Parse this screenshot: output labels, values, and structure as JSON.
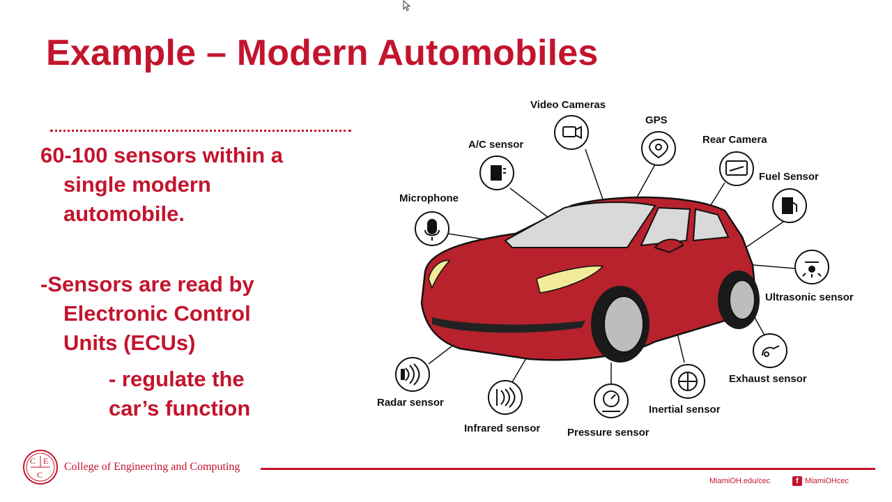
{
  "slide": {
    "title": "Example – Modern Automobiles",
    "bullet1": {
      "line1": "60-100 sensors within a",
      "line2": "single modern",
      "line3": "automobile."
    },
    "bullet2": {
      "line1": "-Sensors are read by",
      "line2": "Electronic Control",
      "line3": "Units (ECUs)"
    },
    "sub_bullet": {
      "line1": "- regulate the",
      "line2": "car’s function"
    }
  },
  "diagram": {
    "labels": {
      "video_cameras": "Video Cameras",
      "gps": "GPS",
      "rear_camera": "Rear Camera",
      "ac_sensor": "A/C sensor",
      "fuel_sensor": "Fuel Sensor",
      "microphone": "Microphone",
      "ultrasonic": "Ultrasonic sensor",
      "exhaust": "Exhaust sensor",
      "inertial": "Inertial sensor",
      "pressure": "Pressure sensor",
      "infrared": "Infrared sensor",
      "radar": "Radar sensor"
    },
    "car_color": "#b8222c"
  },
  "footer": {
    "logo_letters": [
      "C",
      "E",
      "C"
    ],
    "college": "College of Engineering and Computing",
    "url": "MiamiOH.edu/cec",
    "facebook_icon": "f",
    "facebook": "MiamiOHcec"
  },
  "colors": {
    "accent": "#c3142d"
  }
}
